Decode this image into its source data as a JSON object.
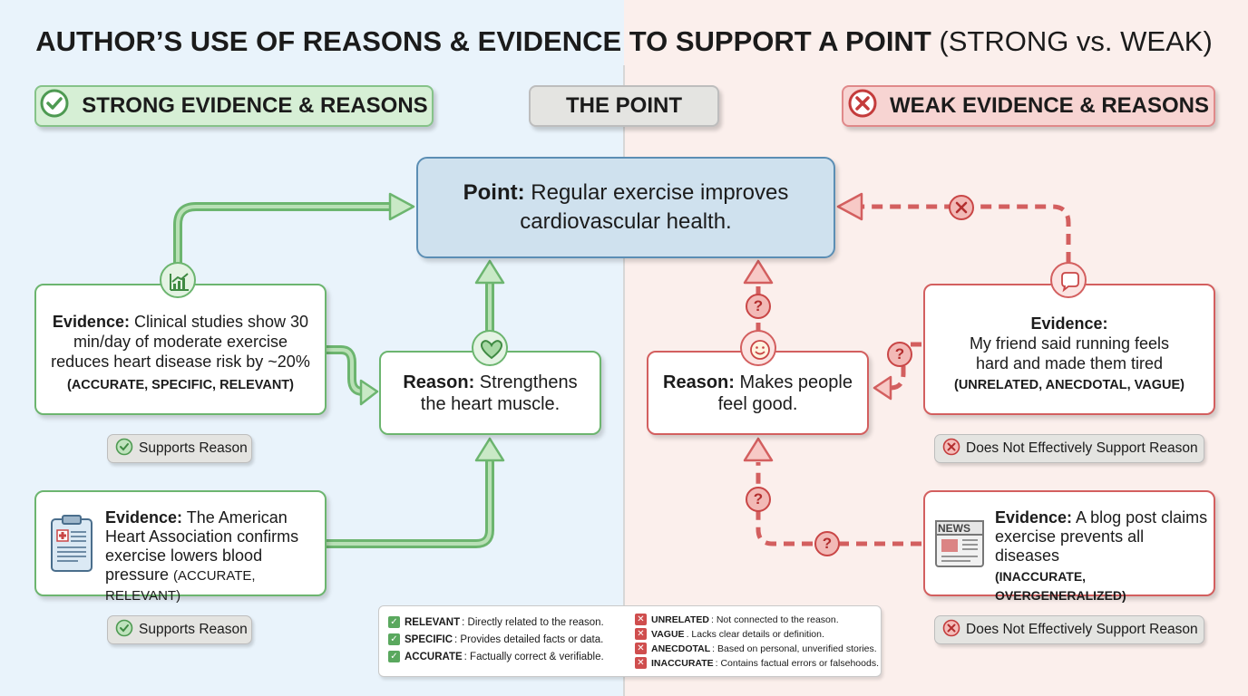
{
  "title": {
    "bold": "AUTHOR’S USE OF REASONS & EVIDENCE TO SUPPORT A POINT",
    "normal": " (STRONG vs. WEAK)"
  },
  "headers": {
    "strong": "STRONG EVIDENCE & REASONS",
    "point": "THE POINT",
    "weak": "WEAK EVIDENCE & REASONS"
  },
  "point": {
    "label": "Point:",
    "text": " Regular exercise improves cardiovascular health."
  },
  "strong": {
    "reason": {
      "label": "Reason:",
      "text": " Strengthens the heart muscle."
    },
    "evidence1": {
      "label": "Evidence:",
      "text": " Clinical studies show 30 min/day of moderate exercise reduces heart disease risk by ~20%",
      "tag": "(ACCURATE, SPECIFIC, RELEVANT)"
    },
    "evidence2": {
      "label": "Evidence:",
      "text": " The American Heart Association confirms exercise lowers blood pressure ",
      "tag": "(ACCURATE, RELEVANT)"
    },
    "supports_label": "Supports Reason"
  },
  "weak": {
    "reason": {
      "label": "Reason:",
      "text": " Makes people feel good."
    },
    "evidence1": {
      "label": "Evidence:",
      "text": "My friend said running feels hard and made them tired",
      "tag": "(UNRELATED, ANECDOTAL, VAGUE)"
    },
    "evidence2": {
      "label": "Evidence:",
      "text": " A blog post claims exercise prevents all diseases",
      "tag": "(INACCURATE, OVERGENERALIZED)"
    },
    "news_label": "NEWS",
    "not_support_label": "Does Not Effectively Support Reason",
    "question_mark": "?"
  },
  "legend": {
    "strong": [
      {
        "term": "RELEVANT",
        "desc": ": Directly related to the reason."
      },
      {
        "term": "SPECIFIC",
        "desc": ": Provides detailed facts or data."
      },
      {
        "term": "ACCURATE",
        "desc": ": Factually correct & verifiable."
      }
    ],
    "weak": [
      {
        "term": "UNRELATED",
        "desc": ": Not connected to the reason."
      },
      {
        "term": "VAGUE",
        "desc": ". Lacks clear details or definition."
      },
      {
        "term": "ANECDOTAL",
        "desc": ": Based on personal, unverified stories."
      },
      {
        "term": "INACCURATE",
        "desc": ": Contains factual errors or falsehoods."
      }
    ]
  },
  "colors": {
    "strong_accent": "#6cb56f",
    "weak_accent": "#d35f5f",
    "point_fill": "#cfe1ee",
    "left_bg": "#e9f3fb",
    "right_bg": "#fbefec"
  }
}
